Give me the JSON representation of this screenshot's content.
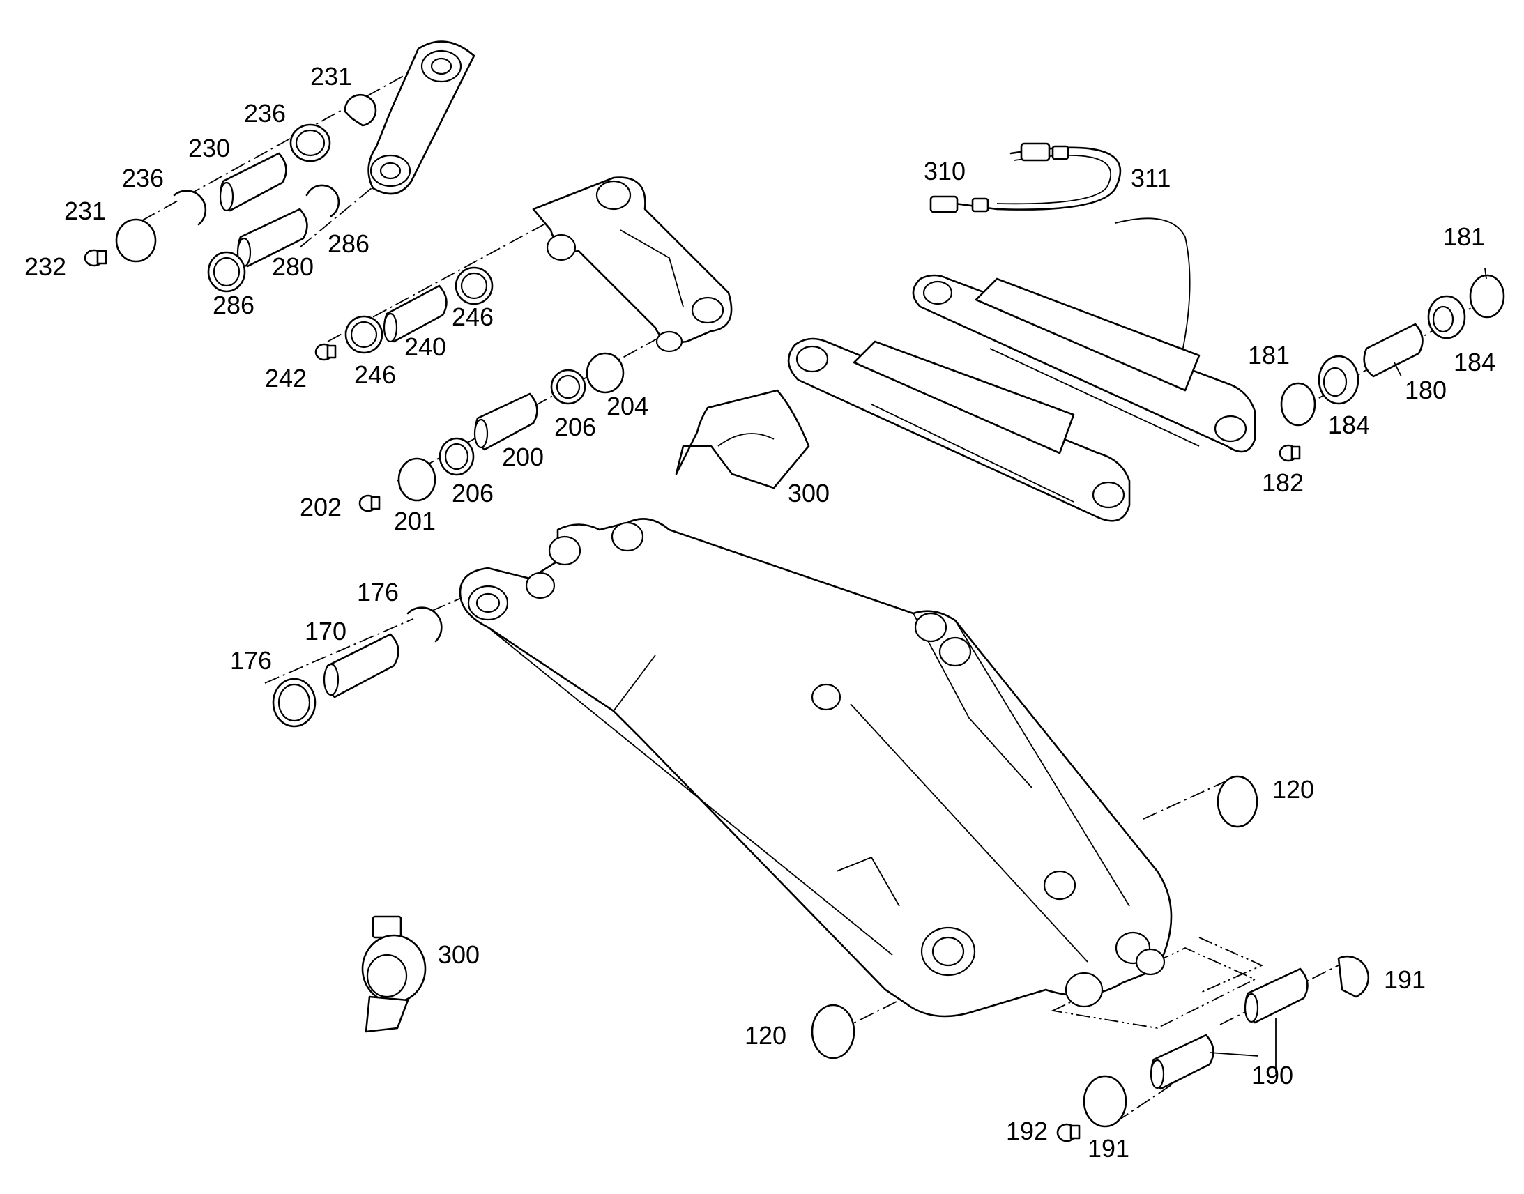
{
  "callouts": [
    {
      "id": "c231a",
      "text": "231"
    },
    {
      "id": "c236a",
      "text": "236"
    },
    {
      "id": "c230",
      "text": "230"
    },
    {
      "id": "c236b",
      "text": "236"
    },
    {
      "id": "c231b",
      "text": "231"
    },
    {
      "id": "c232",
      "text": "232"
    },
    {
      "id": "c286a",
      "text": "286"
    },
    {
      "id": "c280",
      "text": "280"
    },
    {
      "id": "c286b",
      "text": "286"
    },
    {
      "id": "c246a",
      "text": "246"
    },
    {
      "id": "c240",
      "text": "240"
    },
    {
      "id": "c242",
      "text": "242"
    },
    {
      "id": "c246b",
      "text": "246"
    },
    {
      "id": "c204",
      "text": "204"
    },
    {
      "id": "c206a",
      "text": "206"
    },
    {
      "id": "c200",
      "text": "200"
    },
    {
      "id": "c206b",
      "text": "206"
    },
    {
      "id": "c202",
      "text": "202"
    },
    {
      "id": "c201",
      "text": "201"
    },
    {
      "id": "c300a",
      "text": "300"
    },
    {
      "id": "c310",
      "text": "310"
    },
    {
      "id": "c311",
      "text": "311"
    },
    {
      "id": "c181a",
      "text": "181"
    },
    {
      "id": "c181b",
      "text": "181"
    },
    {
      "id": "c184a",
      "text": "184"
    },
    {
      "id": "c180",
      "text": "180"
    },
    {
      "id": "c184b",
      "text": "184"
    },
    {
      "id": "c182",
      "text": "182"
    },
    {
      "id": "c176a",
      "text": "176"
    },
    {
      "id": "c170",
      "text": "170"
    },
    {
      "id": "c176b",
      "text": "176"
    },
    {
      "id": "c120a",
      "text": "120"
    },
    {
      "id": "c300b",
      "text": "300"
    },
    {
      "id": "c120b",
      "text": "120"
    },
    {
      "id": "c191a",
      "text": "191"
    },
    {
      "id": "c190",
      "text": "190"
    },
    {
      "id": "c192",
      "text": "192"
    },
    {
      "id": "c191b",
      "text": "191"
    }
  ]
}
